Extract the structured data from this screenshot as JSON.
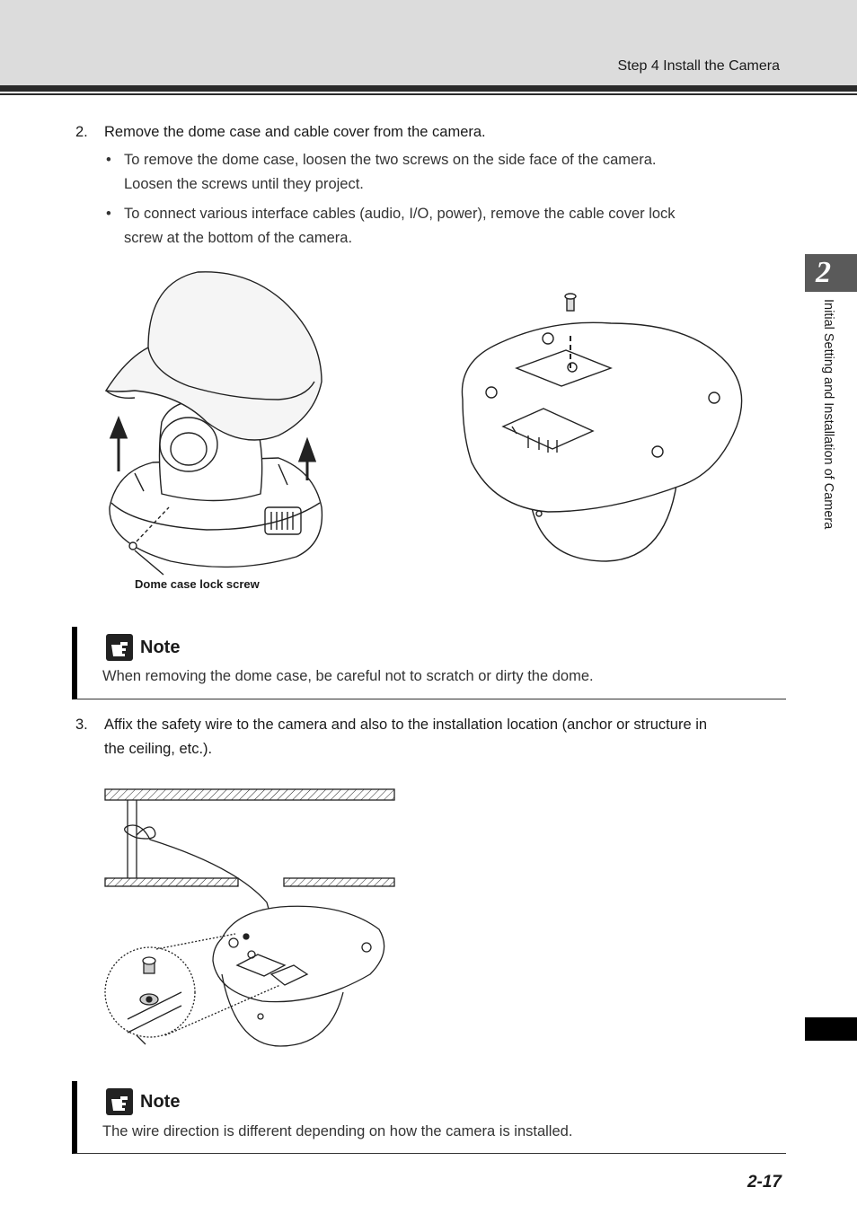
{
  "header": {
    "title": "Step 4 Install the Camera"
  },
  "side_tab": {
    "number": "2",
    "section": "Initial Setting and Installation of Camera"
  },
  "step2": {
    "number": "2.",
    "text": "Remove the dome case and cable cover from the camera.",
    "bullets": [
      {
        "line1": "To remove the dome case, loosen the two screws on the side face of the camera.",
        "line2": "Loosen the screws until they project."
      },
      {
        "line1": "To connect various interface cables (audio, I/O, power), remove the cable cover lock",
        "line2": "screw at the bottom of the camera."
      }
    ]
  },
  "figure1": {
    "label": "Dome case lock screw"
  },
  "note1": {
    "title": "Note",
    "body": "When removing the dome case, be careful not to scratch or dirty the dome."
  },
  "step3": {
    "number": "3.",
    "line1": "Affix the safety wire to the camera and also to the installation location (anchor or structure in",
    "line2": "the ceiling, etc.)."
  },
  "note2": {
    "title": "Note",
    "body": "The wire direction is different depending on how the camera is installed."
  },
  "page_number": "2-17",
  "icons": {
    "note": "pointing-hand-icon",
    "bullet": "bullet-dot"
  }
}
